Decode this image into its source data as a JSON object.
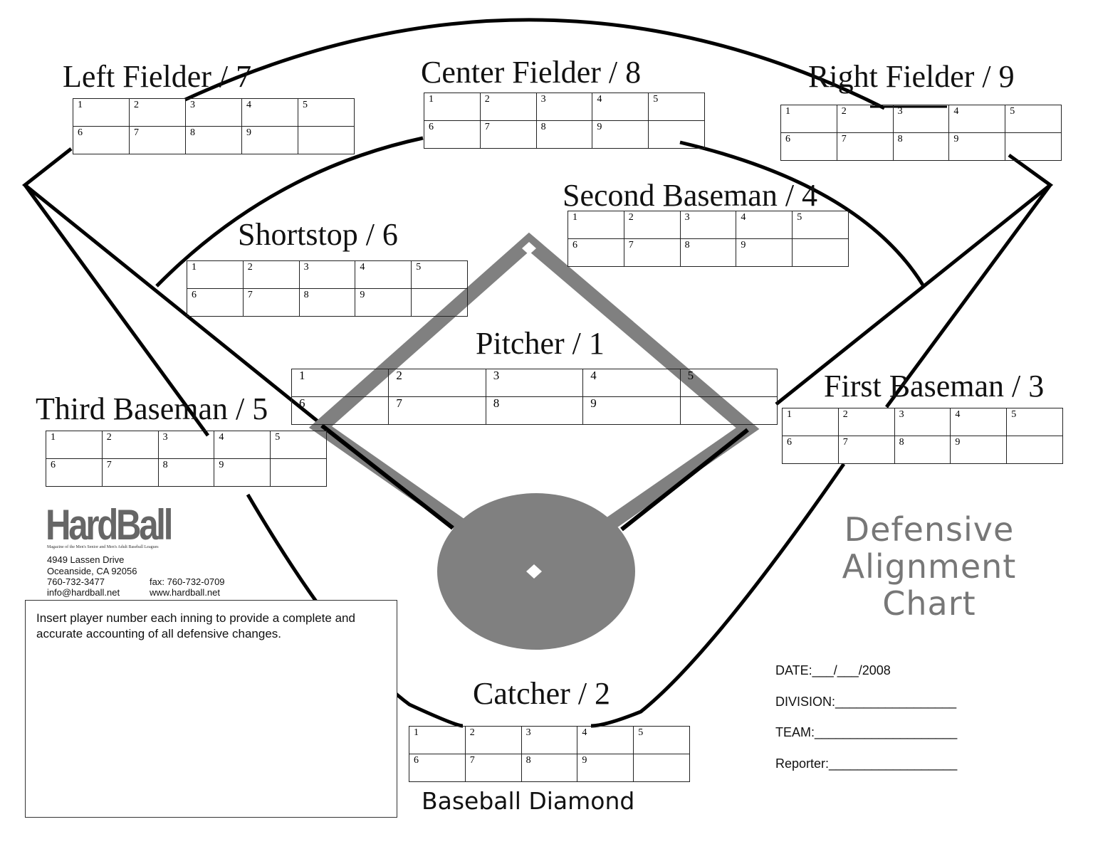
{
  "positions": {
    "left_fielder": {
      "title": "Left Fielder / 7"
    },
    "center_fielder": {
      "title": "Center Fielder / 8"
    },
    "right_fielder": {
      "title": "Right Fielder / 9"
    },
    "second_baseman": {
      "title": "Second Baseman / 4"
    },
    "shortstop": {
      "title": "Shortstop / 6"
    },
    "pitcher": {
      "title": "Pitcher / 1"
    },
    "third_baseman": {
      "title": "Third Baseman / 5"
    },
    "first_baseman": {
      "title": "First Baseman / 3"
    },
    "catcher": {
      "title": "Catcher / 2"
    }
  },
  "innings": [
    "1",
    "2",
    "3",
    "4",
    "5",
    "6",
    "7",
    "8",
    "9",
    ""
  ],
  "logo": {
    "name": "HardBall",
    "tagline": "Magazine of the Men's Senior and Men's Adult Baseball Leagues"
  },
  "contact": {
    "address1": "4949 Lassen Drive",
    "address2": "Oceanside, CA  92056",
    "phone": "760-732-3477",
    "fax": "fax: 760-732-0709",
    "email": "info@hardball.net",
    "web": "www.hardball.net"
  },
  "instructions": "Insert player number each inning to provide a complete and accurate accounting of all defensive changes.",
  "chart_title": {
    "line1": "Defensive",
    "line2": "Alignment",
    "line3": "Chart"
  },
  "form": {
    "date": "DATE:___/___/2008",
    "division": "DIVISION:_________________",
    "team": "TEAM:____________________",
    "reporter": "Reporter:__________________"
  },
  "footer": "Baseball Diamond",
  "colors": {
    "infield": "#808080",
    "lines": "#000000",
    "title_gray": "#777777"
  }
}
